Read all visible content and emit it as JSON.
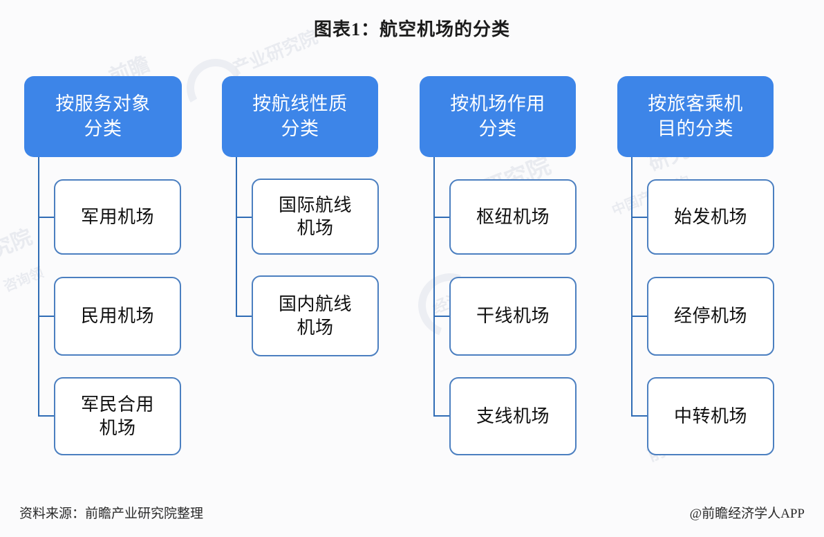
{
  "title": "图表1：航空机场的分类",
  "colors": {
    "header_fill": "#3d85e8",
    "header_text": "#ffffff",
    "box_border": "#4b7fc0",
    "connector": "#2f6cb5",
    "background": "#fbfbfc"
  },
  "columns": [
    {
      "header": "按服务对象\n分类",
      "children": [
        "军用机场",
        "民用机场",
        "军民合用\n机场"
      ]
    },
    {
      "header": "按航线性质\n分类",
      "children": [
        "国际航线\n机场",
        "国内航线\n机场"
      ]
    },
    {
      "header": "按机场作用\n分类",
      "children": [
        "枢纽机场",
        "干线机场",
        "支线机场"
      ]
    },
    {
      "header": "按旅客乘机\n目的分类",
      "children": [
        "始发机场",
        "经停机场",
        "中转机场"
      ]
    }
  ],
  "footer": {
    "left": "资料来源：前瞻产业研究院整理",
    "right": "@前瞻经济学人APP"
  },
  "watermarks": [
    "前瞻产业研究院",
    "前瞻经济学人",
    "中国产业咨询领导者"
  ]
}
